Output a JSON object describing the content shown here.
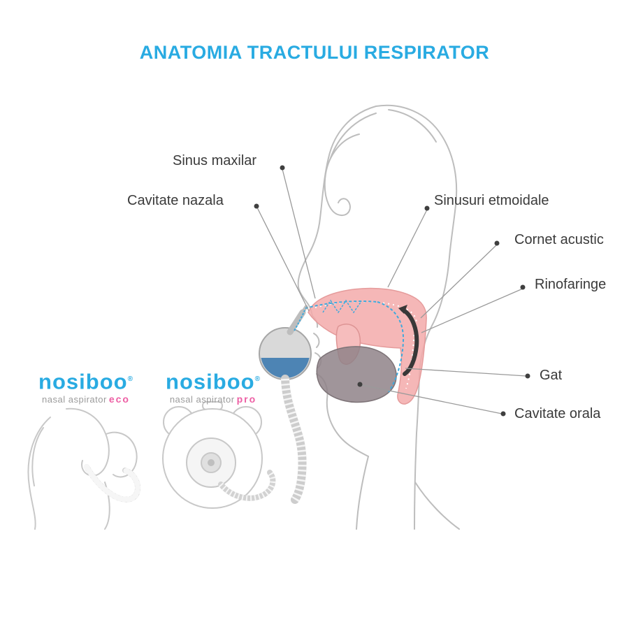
{
  "title": "ANATOMIA TRACTULUI RESPIRATOR",
  "labels": [
    {
      "id": "sinus-maxilar",
      "text": "Sinus maxilar"
    },
    {
      "id": "cavitate-nazala",
      "text": "Cavitate nazala"
    },
    {
      "id": "sinusuri-etmoidale",
      "text": "Sinusuri etmoidale"
    },
    {
      "id": "cornet-acustic",
      "text": "Cornet acustic"
    },
    {
      "id": "rinofaringe",
      "text": "Rinofaringe"
    },
    {
      "id": "gat",
      "text": "Gat"
    },
    {
      "id": "cavitate-orala",
      "text": "Cavitate orala"
    }
  ],
  "brands": [
    {
      "name": "nosiboo",
      "mark": "®",
      "subtitle": "nasal aspirator",
      "variant": "eco"
    },
    {
      "name": "nosiboo",
      "mark": "®",
      "subtitle": "nasal aspirator",
      "variant": "pro"
    }
  ],
  "colors": {
    "title_blue": "#29abe2",
    "label_text": "#3a3a3a",
    "brand_blue": "#29abe2",
    "variant_pink": "#ed5fa4",
    "anatomy_pink": "#f3aaaa",
    "oral_cavity_gray": "#8f8388",
    "airflow_blue": "#3fa9dc",
    "outline_gray": "#bdbdbd",
    "device_liquid_blue": "#4d84b4"
  }
}
